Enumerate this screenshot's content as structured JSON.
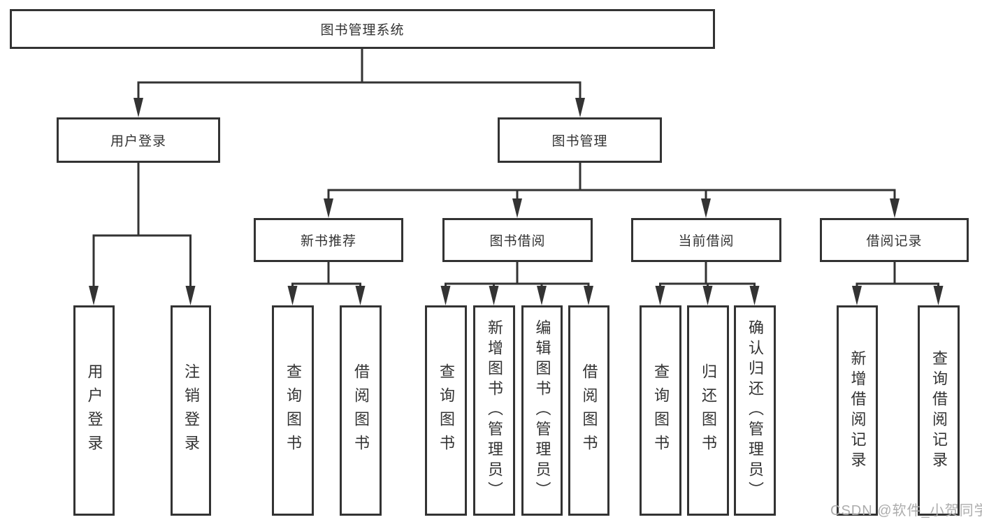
{
  "diagram_type": "hierarchy-tree",
  "colors": {
    "line": "#333333",
    "box_border": "#333333",
    "box_fill": "#ffffff",
    "text": "#333333",
    "watermark": "#adadad"
  },
  "tree": {
    "label": "图书管理系统",
    "children": [
      {
        "label": "用户登录",
        "children": [
          {
            "label": "用户登录"
          },
          {
            "label": "注销登录"
          }
        ]
      },
      {
        "label": "图书管理",
        "children": [
          {
            "label": "新书推荐",
            "children": [
              {
                "label": "查询图书"
              },
              {
                "label": "借阅图书"
              }
            ]
          },
          {
            "label": "图书借阅",
            "children": [
              {
                "label": "查询图书"
              },
              {
                "label": "新增图书（管理员）"
              },
              {
                "label": "编辑图书（管理员）"
              },
              {
                "label": "借阅图书"
              }
            ]
          },
          {
            "label": "当前借阅",
            "children": [
              {
                "label": "查询图书"
              },
              {
                "label": "归还图书"
              },
              {
                "label": "确认归还（管理员）"
              }
            ]
          },
          {
            "label": "借阅记录",
            "children": [
              {
                "label": "新增借阅记录"
              },
              {
                "label": "查询借阅记录"
              }
            ]
          }
        ]
      }
    ]
  },
  "watermark": {
    "text": "CSDN @软件_小贺同学"
  }
}
